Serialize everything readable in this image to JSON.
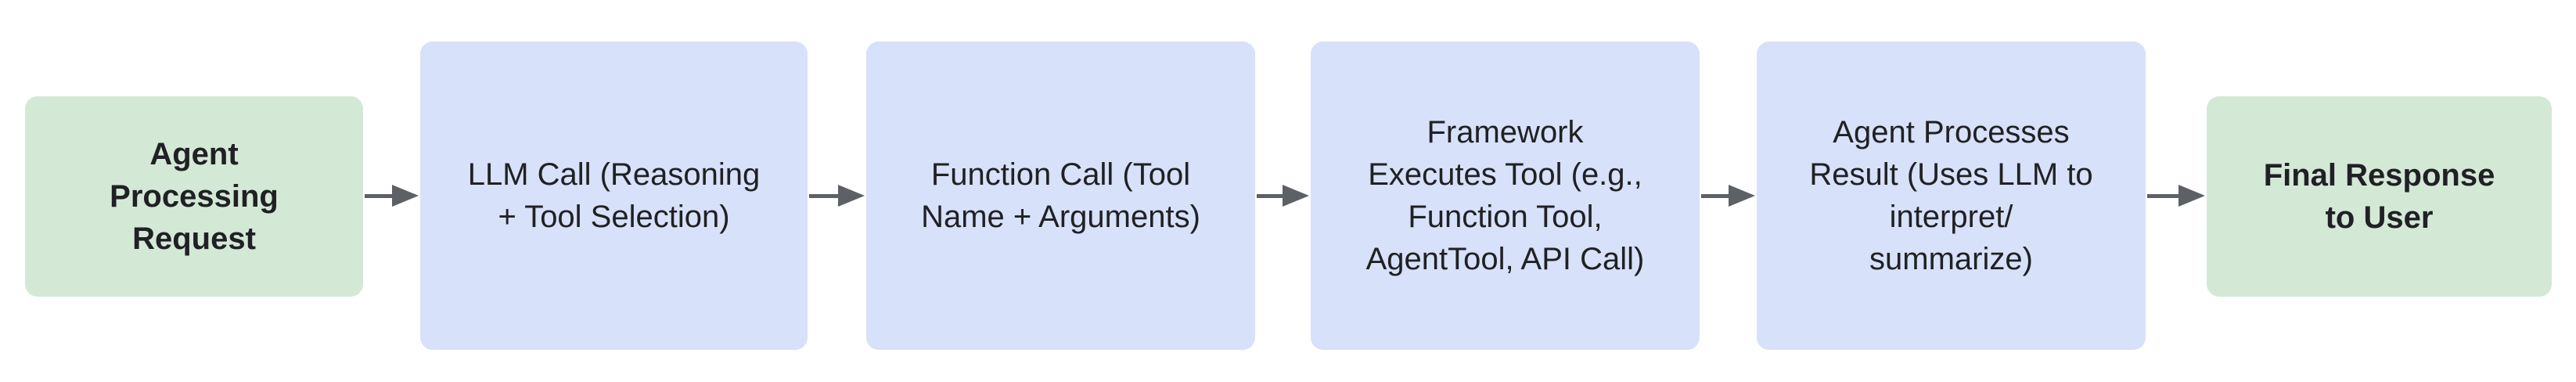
{
  "flow": {
    "background_color": "#ffffff",
    "text_color": "#202124",
    "connector": {
      "color": "#5d6166"
    },
    "steps": [
      {
        "label": "Agent Processing Request",
        "lines": [
          "Agent",
          "Processing",
          "Request"
        ],
        "fill": "#d4e8d6"
      },
      {
        "label": "LLM Call (Reasoning + Tool Selection)",
        "lines": [
          "LLM Call (Reasoning",
          "+ Tool Selection)"
        ],
        "fill": "#d7e1f9"
      },
      {
        "label": "Function Call (Tool Name + Arguments)",
        "lines": [
          "Function Call (Tool",
          "Name + Arguments)"
        ],
        "fill": "#d7e1f9"
      },
      {
        "label": "Framework Executes Tool (e.g., Function Tool, AgentTool, API Call)",
        "lines": [
          "Framework",
          "Executes Tool (e.g.,",
          "Function Tool,",
          "AgentTool, API Call)"
        ],
        "fill": "#d7e1f9"
      },
      {
        "label": "Agent Processes Result (Uses LLM to interpret/summarize)",
        "lines": [
          "Agent Processes",
          "Result (Uses LLM to",
          "interpret/",
          "summarize)"
        ],
        "fill": "#d7e1f9"
      },
      {
        "label": "Final Response to User",
        "lines": [
          "Final Response",
          "to User"
        ],
        "fill": "#d4e8d6"
      }
    ]
  }
}
